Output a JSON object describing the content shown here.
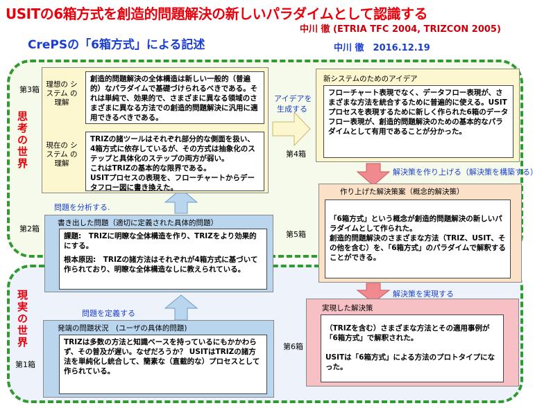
{
  "header": {
    "title": "USITの6箱方式を創造的問題解決の新しいパラダイムとして認識する",
    "author_line1": "中川 徹 (ETRIA TFC 2004, TRIZCON 2005)",
    "subtitle": "CrePSの「6箱方式」による記述",
    "author_line2": "中川 徹　2016.12.19"
  },
  "worlds": {
    "thinking": "思考の世界",
    "reality": "現実の世界"
  },
  "box_labels": {
    "box1": "第1箱",
    "box2": "第2箱",
    "box3": "第3箱",
    "box4": "第4箱",
    "box5": "第5箱",
    "box6": "第6箱"
  },
  "arrows": {
    "define_problem": "問題を定義する",
    "analyze_problem": "問題を分析する.",
    "generate_ideas_line1": "アイデアを",
    "generate_ideas_line2": "生成する",
    "build_solution": "解決策を作り上げる（解決策を構築する）",
    "implement_solution": "解決策を実現する"
  },
  "box1": {
    "title": "発端の問題状況　(ユーザの具体的問題)",
    "text": "TRIZは多数の方法と知識ベースを持っているにもかかわらず、その普及が遅い。なぜだろうか？ USITはTRIZの諸方法を単純化し統合して、簡素な（直截的な）プロセスとして作られている。"
  },
  "box2": {
    "title": "書き出した問題（適切に定義された具体的問題）",
    "task": "課題:　TRIZに明瞭な全体構造を作り、TRIZをより効果的にする。",
    "root_cause": "根本原因:　TRIZの諸方法はそれぞれが4箱方式に基づいて作られており、明瞭な全体構造なしに教えられている。"
  },
  "box3": {
    "ideal_label": "理想の システム の理解",
    "ideal_text": "創造的問題解決の全体構造は新しい一般的（普遍的）なパラダイムで基礎づけられるべきである。それは単純で、効果的で、さまざまに異なる領域のさまざまに異なる方法での創造的問題解決に汎用に適用できるべきである。",
    "current_label": "現在の システム の理解",
    "current_text1": "TRIZの諸ツールはそれぞれ部分的な側面を扱い、4箱方式に依存しているが、その方式は抽象化のステップと具体化のステップの両方が弱い。",
    "current_text2": "これはTRIZの基本的な限界である。",
    "current_text3": "USITプロセスの表現を、フローチャートからデータフロー図に書き換えた。"
  },
  "box4": {
    "title": "新システムのためのアイデア",
    "text": "フローチャート表現でなく、データフロー表現が、さまざまな方法を統合するために普遍的に使える。USITプロセスを表現するために新しく作られた6箱のデータフロー表現が、創造的問題解決のための基本的なパラダイムとして有用であることが分かった。"
  },
  "box5": {
    "title": "作り上げた解決策案（概念的解決策）",
    "text1": "「6箱方式」という概念が創造的問題解決の新しいパラダイムとして作られた。",
    "text2": "創造的問題解決のさまざまな方法（TRIZ、USIT、その他を含む）を、「6箱方式」のパラダイムで解釈することができる。"
  },
  "box6": {
    "title": "実現した解決策",
    "text1": "（TRIZを含む）さまざまな方法とその適用事例が「6箱方式」で解釈された。",
    "text2": "USITは「6箱方式」による方法のプロトタイプになった。"
  },
  "colors": {
    "title_red": "#e8000b",
    "blue_text": "#1a3fd0",
    "dashed_green": "#2f9a2f",
    "box_blue_bg": "#b9d6ee",
    "box_yellow_bg": "#fdf7cf",
    "box_orange_bg": "#fbe1c8",
    "box_pink_bg": "#f6c0c4"
  }
}
